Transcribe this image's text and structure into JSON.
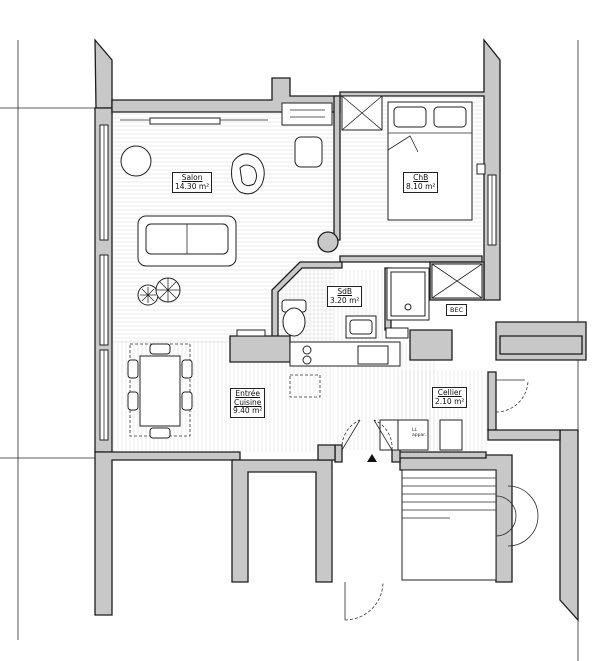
{
  "rooms": [
    {
      "id": "salon",
      "name": "Salon",
      "area": "14.30 m²"
    },
    {
      "id": "chambre",
      "name": "ChB",
      "area": "8.10 m²"
    },
    {
      "id": "sdb",
      "name": "SdB",
      "area": "3.20 m²"
    },
    {
      "id": "entree",
      "name": "Entrée",
      "name2": "Cuisine",
      "area": "9.40 m²"
    },
    {
      "id": "cellier",
      "name": "Cellier",
      "area": "2.10 m²"
    }
  ],
  "tags": {
    "bec": "BEC",
    "meter_line1": "LL",
    "meter_line2": "appar."
  },
  "colors": {
    "wall_fill": "#c8c8c8",
    "line": "#1c1c1c",
    "floor_hatch": "#dedede"
  }
}
